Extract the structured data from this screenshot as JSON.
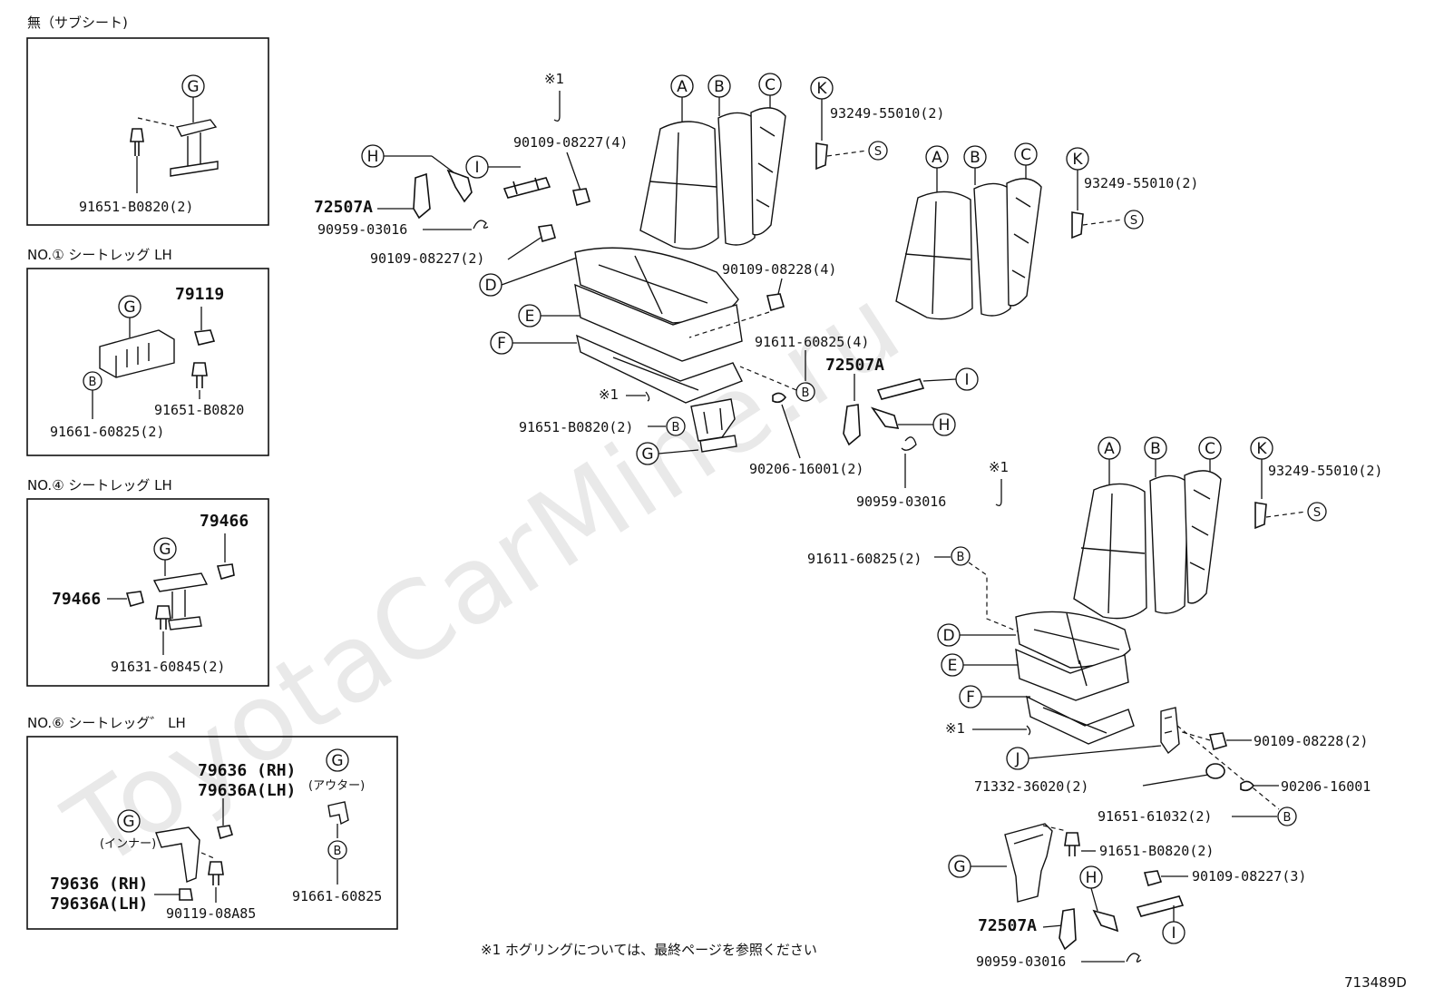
{
  "watermark": "ToyotaCarMine.ru",
  "diagram_code": "713489D",
  "footnote": "※1  ホグリングについては、最終ページを参照ください",
  "insets": [
    {
      "title": "無（サブシート)",
      "parts": [
        "91651-B0820(2)"
      ]
    },
    {
      "title": "NO.① シートレッグ LH",
      "parts": [
        "79119",
        "91651-B0820",
        "91661-60825(2)"
      ]
    },
    {
      "title": "NO.④ シートレッグ LH",
      "parts": [
        "79466",
        "79466",
        "91631-60845(2)"
      ]
    },
    {
      "title": "NO.⑥ シートレッグ゛ LH",
      "parts": [
        "79636 (RH)",
        "79636A(LH)",
        "79636 (RH)",
        "79636A(LH)",
        "90119-08A85",
        "91661-60825"
      ],
      "labels": [
        "(アウター)",
        "(インナー)"
      ]
    }
  ],
  "callouts": [
    "A",
    "B",
    "C",
    "D",
    "E",
    "F",
    "G",
    "H",
    "I",
    "J",
    "K",
    "S",
    "※1"
  ],
  "parts": {
    "p1": "90109-08227(4)",
    "p2": "72507A",
    "p3": "90959-03016",
    "p4": "90109-08227(2)",
    "p5": "93249-55010(2)",
    "p6": "93249-55010(2)",
    "p7": "90109-08228(4)",
    "p8": "91611-60825(4)",
    "p9": "72507A",
    "p10": "91651-B0820(2)",
    "p11": "90206-16001(2)",
    "p12": "90959-03016",
    "p13": "93249-55010(2)",
    "p14": "91611-60825(2)",
    "p15": "90109-08228(2)",
    "p16": "71332-36020(2)",
    "p17": "90206-16001",
    "p18": "91651-61032(2)",
    "p19": "91651-B0820(2)",
    "p20": "90109-08227(3)",
    "p21": "72507A",
    "p22": "90959-03016"
  }
}
